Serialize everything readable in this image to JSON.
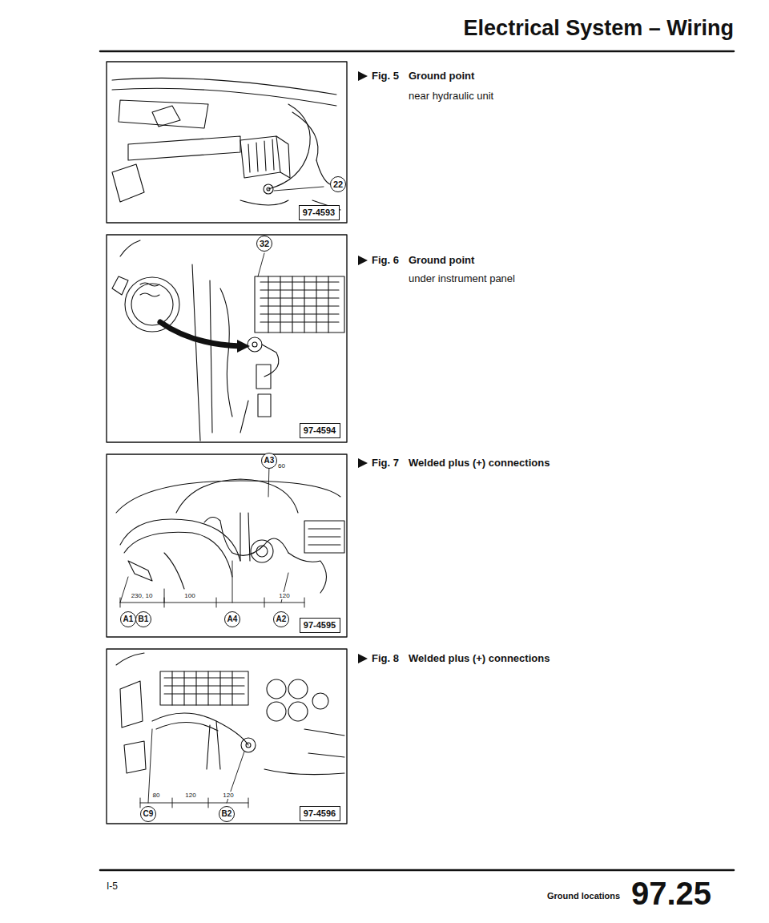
{
  "diagram": {
    "title": "Electrical System – Wiring",
    "nodes": [
      {
        "text": [
          "97-4593"
        ]
      },
      {
        "text": [
          "22"
        ]
      },
      {
        "text": [
          "32"
        ]
      },
      {
        "text": [
          "97-4594"
        ]
      },
      {
        "text": [
          "A3"
        ]
      },
      {
        "text": [
          "A1"
        ]
      },
      {
        "text": [
          "B1"
        ]
      },
      {
        "text": [
          "A4"
        ]
      },
      {
        "text": [
          "A2"
        ]
      },
      {
        "text": [
          "97-4595"
        ]
      },
      {
        "text": [
          "C9"
        ]
      },
      {
        "text": [
          "B2"
        ]
      },
      {
        "text": [
          "97-4596"
        ]
      }
    ],
    "labels": [
      "Fig. 5",
      "Ground point",
      "near hydraulic unit",
      "Fig. 6",
      "Ground point",
      "under instrument panel",
      "Fig. 7",
      "Welded plus (+) connections",
      "Fig. 8",
      "Welded plus (+) connections",
      "60",
      "230, 10",
      "100",
      "120",
      "80",
      "120",
      "120",
      "I-5",
      "Ground locations",
      "97.25"
    ]
  }
}
